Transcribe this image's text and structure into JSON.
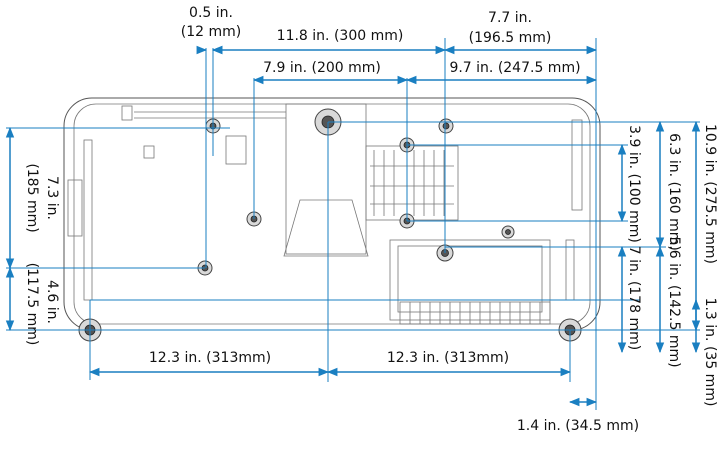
{
  "colors": {
    "dimension": "#1a7fc1",
    "outline": "#555555",
    "text": "#111111"
  },
  "top_dimensions": {
    "d1_in": "0.5 in.",
    "d1_mm": "(12 mm)",
    "d2": "11.8 in. (300 mm)",
    "d3_in": "7.7 in.",
    "d3_mm": "(196.5 mm)",
    "d4": "7.9 in. (200 mm)",
    "d5": "9.7 in. (247.5 mm)"
  },
  "left_dimensions": {
    "l1_in": "7.3 in.",
    "l1_mm": "(185 mm)",
    "l2_in": "4.6 in.",
    "l2_mm": "(117.5 mm)"
  },
  "right_dimensions": {
    "r1": "3.9 in. (100 mm)",
    "r2": "6.3 in. (160 mm)",
    "r3": "10.9 in. (275.5 mm)",
    "r4": "7 in. (178 mm)",
    "r5": "5.6 in. (142.5 mm)",
    "r6": "1.3 in. (35 mm)"
  },
  "bottom_dimensions": {
    "b1": "12.3 in. (313mm)",
    "b2": "12.3 in. (313mm)",
    "b3": "1.4 in. (34.5 mm)"
  }
}
